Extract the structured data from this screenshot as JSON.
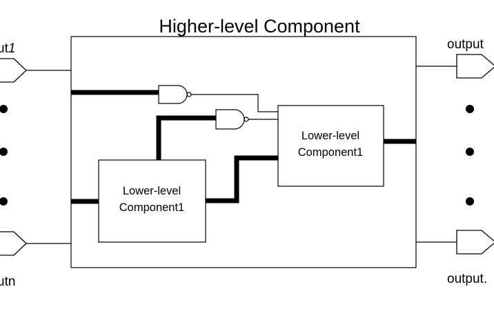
{
  "diagram": {
    "title": "Higher-level Component",
    "inputs": {
      "first": {
        "prefix": "ut",
        "suffix": "1"
      },
      "last": {
        "prefix": "utn",
        "suffix": ""
      }
    },
    "outputs": {
      "first": "output",
      "last": "output."
    },
    "components": [
      {
        "line1": "Lower-level",
        "line2": "Component1"
      },
      {
        "line1": "Lower-level",
        "line2": "Component1"
      }
    ]
  }
}
